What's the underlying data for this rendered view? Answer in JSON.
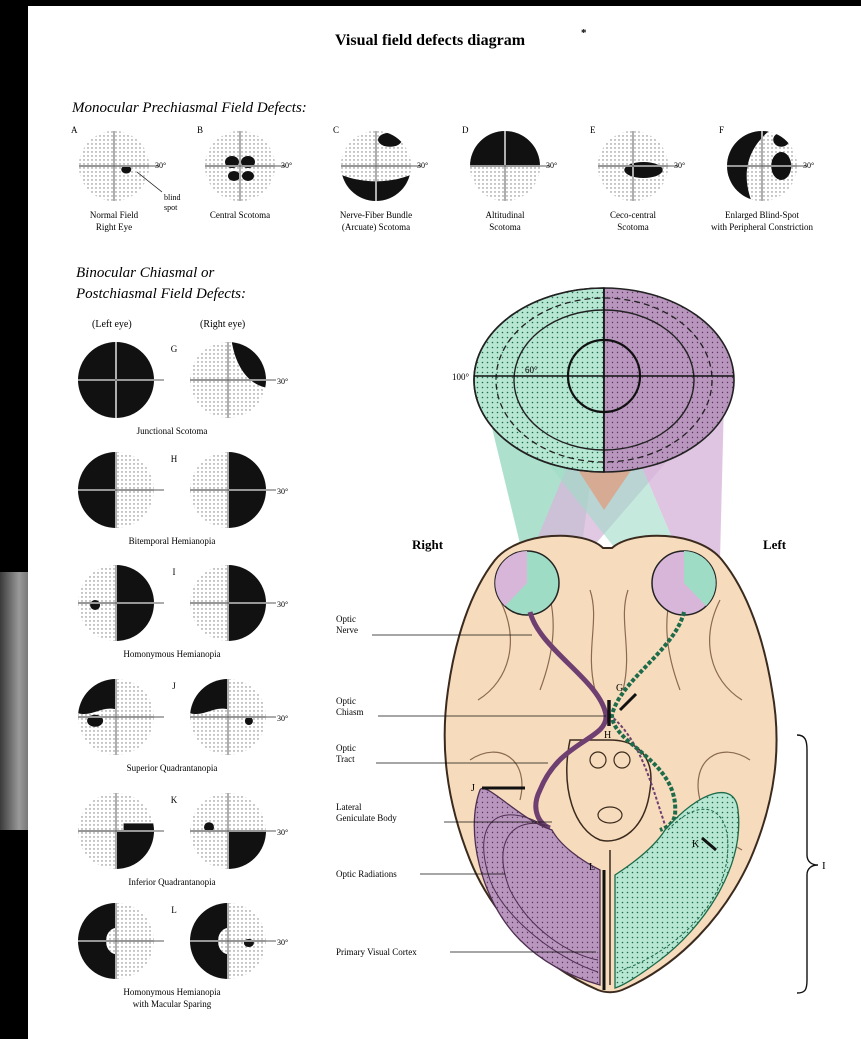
{
  "title": "Visual field defects diagram",
  "title_mark": "*",
  "section_monocular": "Monocular Prechiasmal Field Defects:",
  "section_binocular_1": "Binocular Chiasmal or",
  "section_binocular_2": "Postchiasmal Field Defects:",
  "deg30": "30°",
  "blind_spot_1": "blind",
  "blind_spot_2": "spot",
  "monocular": [
    {
      "letter": "A",
      "line1": "Normal Field",
      "line2": "Right Eye"
    },
    {
      "letter": "B",
      "line1": "Central Scotoma",
      "line2": ""
    },
    {
      "letter": "C",
      "line1": "Nerve-Fiber Bundle",
      "line2": "(Arcuate) Scotoma"
    },
    {
      "letter": "D",
      "line1": "Altitudinal",
      "line2": "Scotoma"
    },
    {
      "letter": "E",
      "line1": "Ceco-central",
      "line2": "Scotoma"
    },
    {
      "letter": "F",
      "line1": "Enlarged Blind-Spot",
      "line2": "with Peripheral Constriction"
    }
  ],
  "eye_headers": {
    "left": "(Left eye)",
    "right": "(Right eye)"
  },
  "binocular": [
    {
      "letter": "G",
      "line1": "Junctional Scotoma",
      "line2": ""
    },
    {
      "letter": "H",
      "line1": "Bitemporal Hemianopia",
      "line2": ""
    },
    {
      "letter": "I",
      "line1": "Homonymous Hemianopia",
      "line2": ""
    },
    {
      "letter": "J",
      "line1": "Superior Quadrantanopia",
      "line2": ""
    },
    {
      "letter": "K",
      "line1": "Inferior Quadrantanopia",
      "line2": ""
    },
    {
      "letter": "L",
      "line1": "Homonymous Hemianopia",
      "line2": "with Macular Sparing"
    }
  ],
  "field_labels": {
    "d100": "100°",
    "d60": "60°"
  },
  "side_labels": {
    "right": "Right",
    "left": "Left"
  },
  "anatomy_labels": [
    {
      "line1": "Optic",
      "line2": "Nerve"
    },
    {
      "line1": "Optic",
      "line2": "Chiasm"
    },
    {
      "line1": "Optic",
      "line2": "Tract"
    },
    {
      "line1": "Lateral",
      "line2": "Geniculate Body"
    },
    {
      "line1": "Optic Radiations",
      "line2": ""
    },
    {
      "line1": "Primary Visual Cortex",
      "line2": ""
    }
  ],
  "lesion_letters": {
    "G": "G",
    "H": "H",
    "J": "J",
    "K": "K",
    "L": "L",
    "I": "I"
  },
  "colors": {
    "panel": "#ffffff",
    "brain": "#f6dcbc",
    "green": "#9fdcc6",
    "purple": "#c9a3cf",
    "dark_purple": "#6e3f70",
    "salmon": "#d8a98f"
  }
}
